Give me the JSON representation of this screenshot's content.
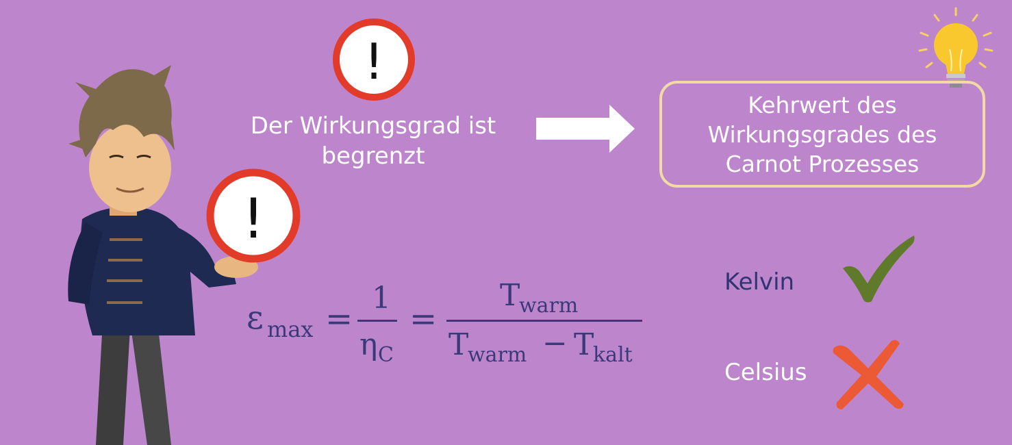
{
  "warning": {
    "line1": "Der Wirkungsgrad ist",
    "line2": "begrenzt",
    "sign_symbol": "!"
  },
  "hint": {
    "line1": "Kehrwert des",
    "line2": "Wirkungsgrades des",
    "line3": "Carnot Prozesses"
  },
  "formula": {
    "lhs_symbol": "ε",
    "lhs_sub": "max",
    "equals": "=",
    "frac1_num": "1",
    "frac1_den_symbol": "η",
    "frac1_den_sub": "C",
    "frac2_num_symbol": "T",
    "frac2_num_sub": "warm",
    "frac2_den_a_symbol": "T",
    "frac2_den_a_sub": "warm",
    "minus": "−",
    "frac2_den_b_symbol": "T",
    "frac2_den_b_sub": "kalt"
  },
  "units": {
    "kelvin": "Kelvin",
    "celsius": "Celsius"
  },
  "colors": {
    "background": "#bd85cc",
    "sign_ring": "#e23b2a",
    "check": "#5e7a2a",
    "cross": "#ec5a35",
    "formula": "#3a3a78",
    "box_border": "#f3d9a4"
  }
}
